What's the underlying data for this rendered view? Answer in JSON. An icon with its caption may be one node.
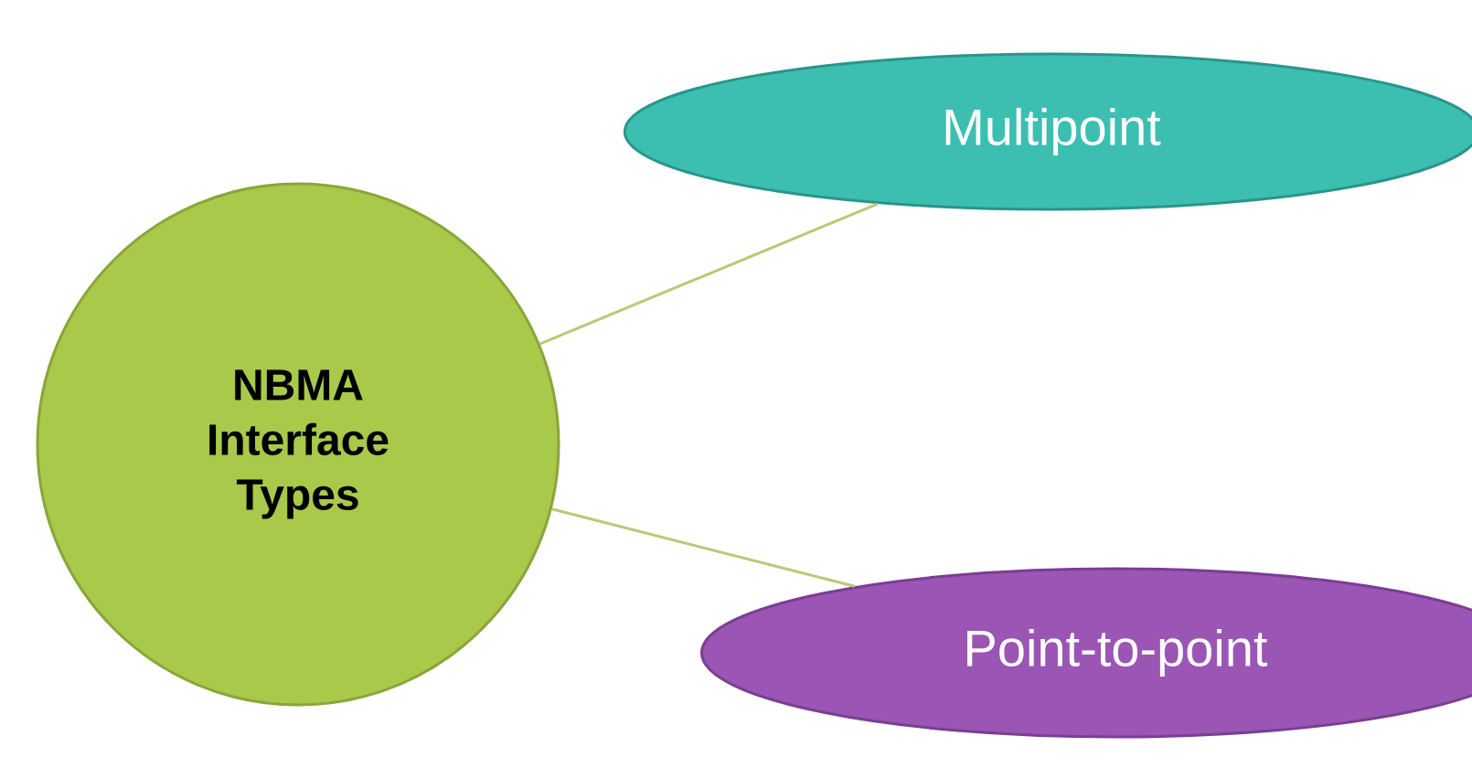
{
  "diagram": {
    "nodes": [
      {
        "text": [
          "NBMA Interface Types"
        ]
      },
      {
        "text": [
          "Multipoint"
        ]
      },
      {
        "text": [
          "Point-to-point"
        ]
      }
    ],
    "edges": [
      {
        "from": 0,
        "to": 1,
        "arrow": "none"
      },
      {
        "from": 0,
        "to": 2,
        "arrow": "none"
      }
    ]
  }
}
